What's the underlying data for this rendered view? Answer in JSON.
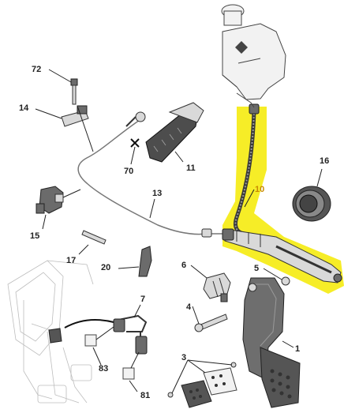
{
  "labels": {
    "l1": "1",
    "l3": "3",
    "l4": "4",
    "l5": "5",
    "l6": "6",
    "l7": "7",
    "l10": "10",
    "l11": "11",
    "l13": "13",
    "l14": "14",
    "l15": "15",
    "l16": "16",
    "l17": "17",
    "l20": "20",
    "l70": "70",
    "l72": "72",
    "l81": "81",
    "l83": "83"
  },
  "colors": {
    "highlight": "#f5ec1b",
    "highlight_label": "#c98a00"
  }
}
